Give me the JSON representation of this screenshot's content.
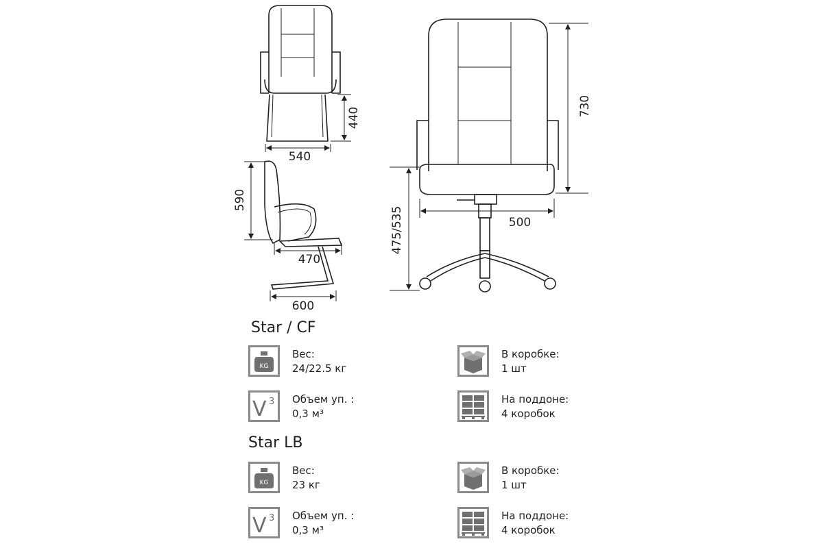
{
  "dimensions": {
    "front_seat_width": "540",
    "front_seat_height": "440",
    "side_back_height": "590",
    "side_seat_depth": "470",
    "side_base_depth": "600",
    "main_back_height": "730",
    "main_seat_height": "475/535",
    "main_seat_width": "500"
  },
  "models": [
    {
      "name": "Star / CF",
      "weight_label": "Вес:",
      "weight_value": "24/22.5 кг",
      "volume_label": "Объем уп. :",
      "volume_value": "0,3 м³",
      "box_label": "В коробке:",
      "box_value": "1 шт",
      "pallet_label": "На поддоне:",
      "pallet_value": "4 коробок"
    },
    {
      "name": "Star LB",
      "weight_label": "Вес:",
      "weight_value": "23 кг",
      "volume_label": "Объем уп. :",
      "volume_value": "0,3 м³",
      "box_label": "В коробке:",
      "box_value": "1 шт",
      "pallet_label": "На поддоне:",
      "pallet_value": "4 коробок"
    }
  ],
  "icons": {
    "weight": "kg-weight-icon",
    "volume": "volume-v3-icon",
    "box": "cardboard-box-icon",
    "pallet": "pallet-icon"
  },
  "icon_text": {
    "kg": "KG",
    "v": "V",
    "cube": "3"
  },
  "colors": {
    "line": "#231f20",
    "icon_border": "#8a8a8a",
    "icon_fill": "#707070"
  }
}
